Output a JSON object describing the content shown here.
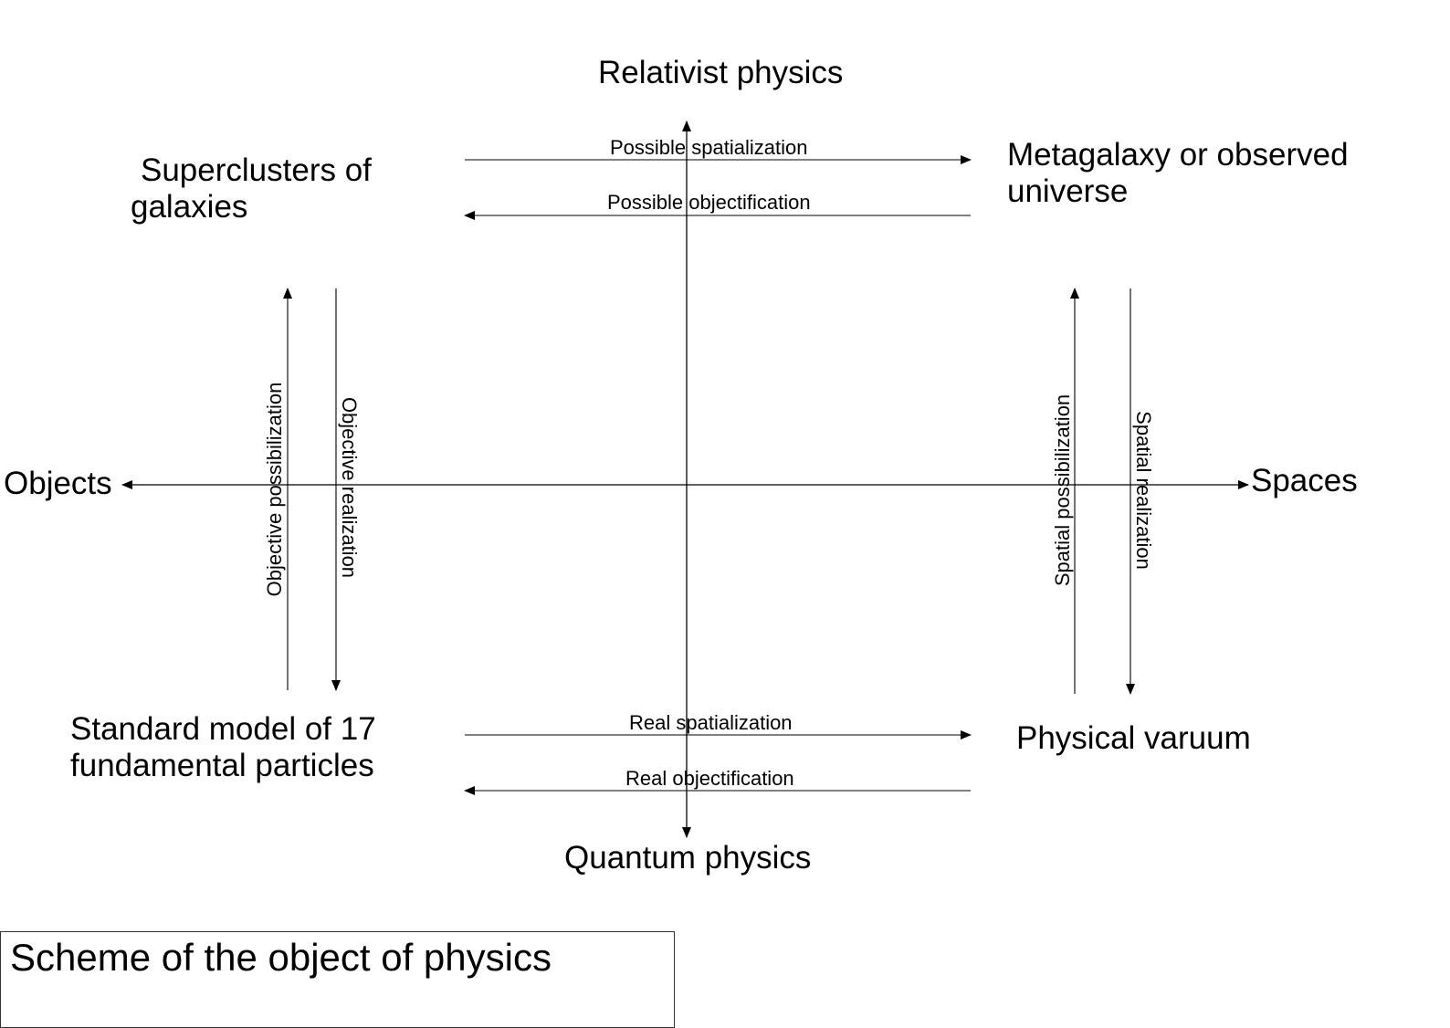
{
  "axes": {
    "top": "Relativist physics",
    "bottom": "Quantum physics",
    "left": "Objects",
    "right": "Spaces"
  },
  "corners": {
    "top_left": [
      "Superclusters of",
      "galaxies"
    ],
    "top_right": [
      "Metagalaxy or observed",
      "universe"
    ],
    "bottom_left": [
      "Standard model of 17",
      "fundamental particles"
    ],
    "bottom_right": "Physical varuum"
  },
  "arrows": {
    "top_right_arrow": "Possible spatialization",
    "top_left_arrow": "Possible objectification",
    "bottom_right_arrow": "Real spatialization",
    "bottom_left_arrow": "Real objectification",
    "left_up": "Objective possibilization",
    "left_down": "Objective realization",
    "right_up": "Spatial possibilization",
    "right_down": "Spatial realization"
  },
  "caption": "Scheme of the object of physics"
}
